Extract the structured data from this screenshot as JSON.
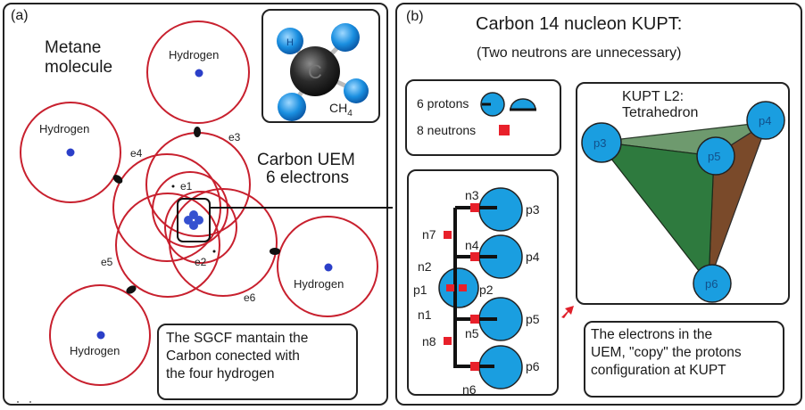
{
  "panel_a": {
    "label": "(a)",
    "title_line1": "Metane",
    "title_line2": "molecule",
    "carbon_uem_line1": "Carbon UEM",
    "carbon_uem_line2": "6 electrons",
    "inset_formula": "CH",
    "inset_formula_sub": "4",
    "inset_atom_center": "C",
    "inset_atom_outer": "H",
    "hydrogen_labels": [
      "Hydrogen",
      "Hydrogen",
      "Hydrogen",
      "Hydrogen"
    ],
    "electron_labels": [
      "e1",
      "e2",
      "e3",
      "e4",
      "e5",
      "e6"
    ],
    "note": [
      "The SGCF mantain the",
      "Carbon conected with",
      "the four hydrogen"
    ],
    "colors": {
      "orbit": "#c8202e",
      "nucleus": "#2b3fc8",
      "bond": "#111111"
    }
  },
  "panel_b": {
    "label": "(b)",
    "title": "Carbon 14 nucleon KUPT:",
    "subtitle": "(Two neutrons are unnecessary)",
    "legend": {
      "protons_label": "6 protons",
      "neutrons_label": "8 neutrons"
    },
    "structure": {
      "protons": [
        "p1",
        "p2",
        "p3",
        "p4",
        "p5",
        "p6"
      ],
      "neutrons": [
        "n1",
        "n2",
        "n3",
        "n4",
        "n5",
        "n6",
        "n7",
        "n8"
      ]
    },
    "tetra": {
      "title_line1": "KUPT L2:",
      "title_line2": "Tetrahedron",
      "vertices": [
        "p3",
        "p4",
        "p5",
        "p6"
      ]
    },
    "note": [
      "The electrons in the",
      "UEM, \"copy\" the protons",
      "configuration at KUPT"
    ],
    "colors": {
      "proton": "#1a9ee0",
      "neutron": "#e8202a",
      "face_left": "#2e7a3e",
      "face_back": "#6e9a6e",
      "face_right": "#7a4a2a"
    }
  }
}
